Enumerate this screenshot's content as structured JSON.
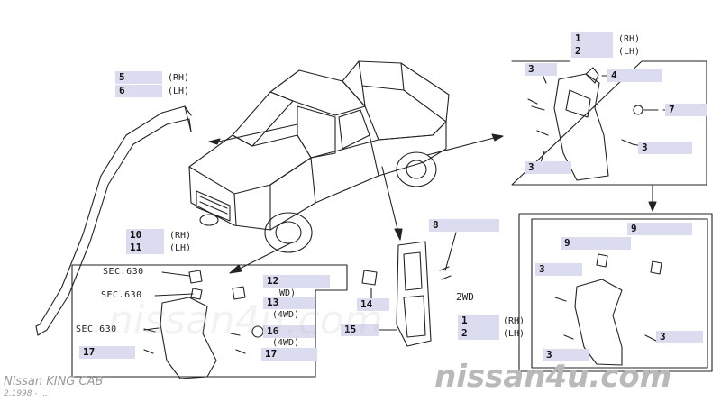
{
  "callouts": {
    "c5": "5",
    "c6": "6",
    "c5_note": "(RH)",
    "c6_note": "(LH)",
    "c1_top": "1",
    "c2_top": "2",
    "c1_top_note": "(RH)",
    "c2_top_note": "(LH)",
    "c3_a": "3",
    "c4": "4",
    "c7": "7",
    "c3_b": "3",
    "c3_c": "3",
    "c8": "8",
    "c10": "10",
    "c11": "11",
    "c10_note": "(RH)",
    "c11_note": "(LH)",
    "c12": "12",
    "c12_note": "WD)",
    "c13": "13",
    "c13_note": "(4WD)",
    "c14": "14",
    "c15": "15",
    "c16": "16",
    "c16_note": "(4WD)",
    "c17_a": "17",
    "c17_b": "17",
    "c9_a": "9",
    "c9_b": "9",
    "c3_d": "3",
    "c3_e": "3",
    "c3_f": "3",
    "c1_bot": "1",
    "c2_bot": "2",
    "c1_bot_note": "(RH)",
    "c2_bot_note": "(LH)",
    "wd2": "2WD"
  },
  "sec_refs": {
    "s1": "SEC.630",
    "s2": "SEC.630",
    "s3": "SEC.630"
  },
  "watermark": {
    "main": "nissan4u.com",
    "faint": "nissan4u.com"
  },
  "footer": {
    "title": "Nissan KING CAB",
    "date": "2.1998 - ..."
  }
}
